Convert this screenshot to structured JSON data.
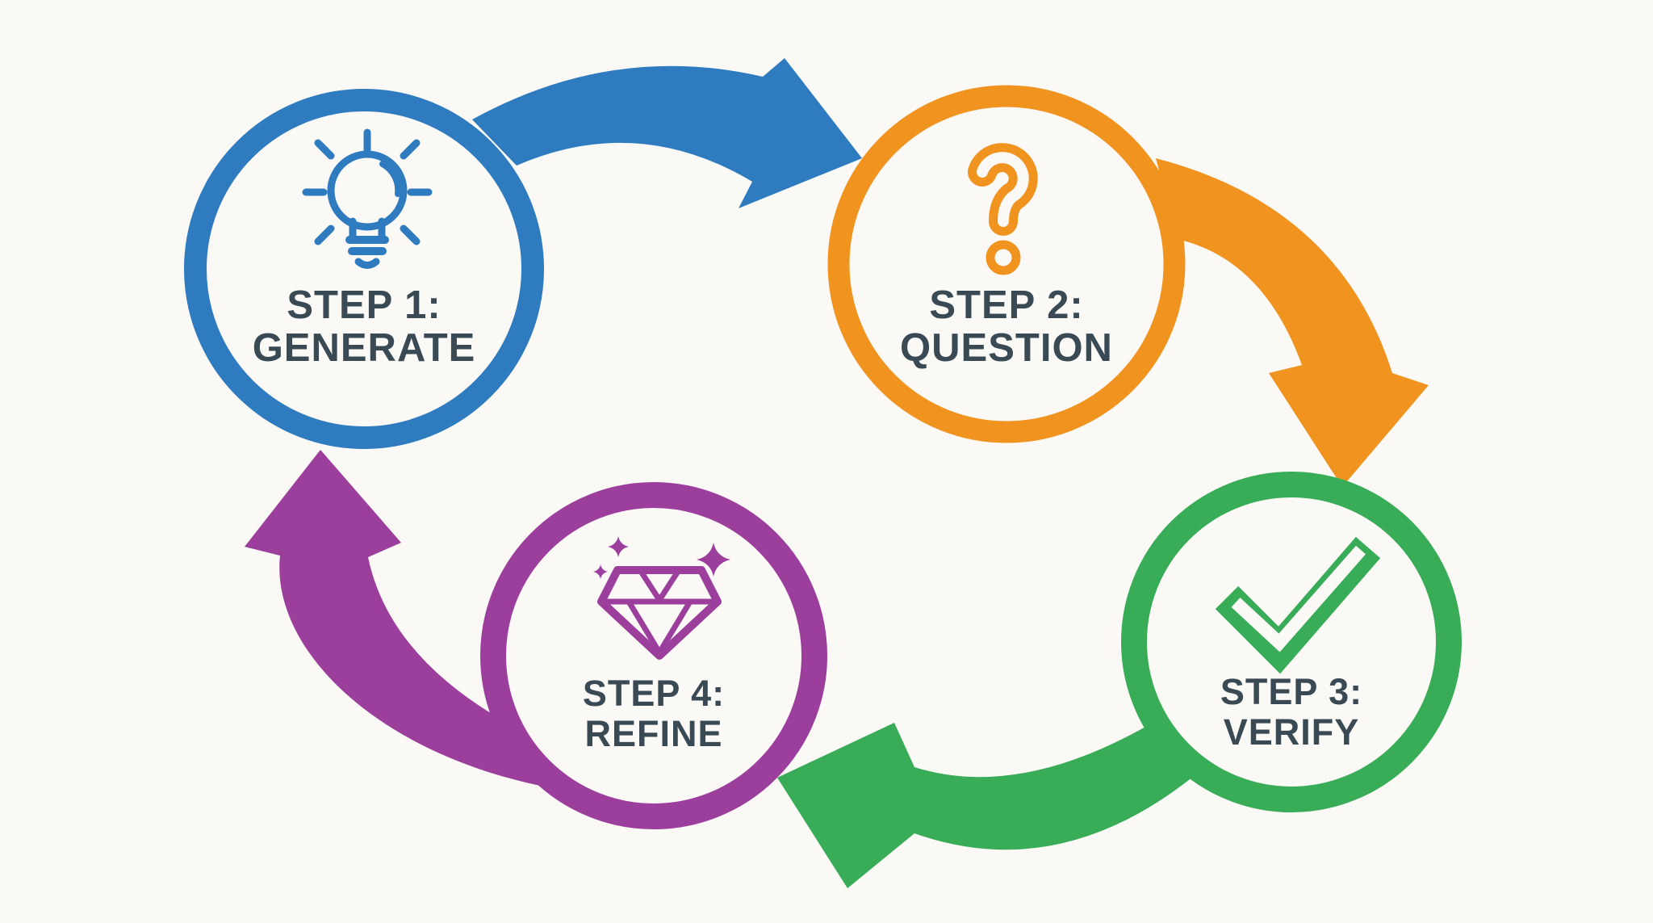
{
  "diagram": {
    "type": "cycle-process-diagram",
    "background_color": "#FAF9F6",
    "label_color": "#394A55",
    "steps": [
      {
        "step": "STEP 1:",
        "name": "GENERATE",
        "color": "#2E7BBF",
        "icon": "lightbulb-icon"
      },
      {
        "step": "STEP 2:",
        "name": "QUESTION",
        "color": "#F0931F",
        "icon": "question-mark-icon"
      },
      {
        "step": "STEP 3:",
        "name": "VERIFY",
        "color": "#38AC57",
        "icon": "checkmark-icon"
      },
      {
        "step": "STEP 4:",
        "name": "REFINE",
        "color": "#9C3F9C",
        "icon": "diamond-icon"
      }
    ],
    "arrows": [
      {
        "from": "STEP 1",
        "to": "STEP 2",
        "color": "#2E7BBF"
      },
      {
        "from": "STEP 2",
        "to": "STEP 3",
        "color": "#F0931F"
      },
      {
        "from": "STEP 3",
        "to": "STEP 4",
        "color": "#38AC57"
      },
      {
        "from": "STEP 4",
        "to": "STEP 1",
        "color": "#9C3F9C"
      }
    ]
  }
}
